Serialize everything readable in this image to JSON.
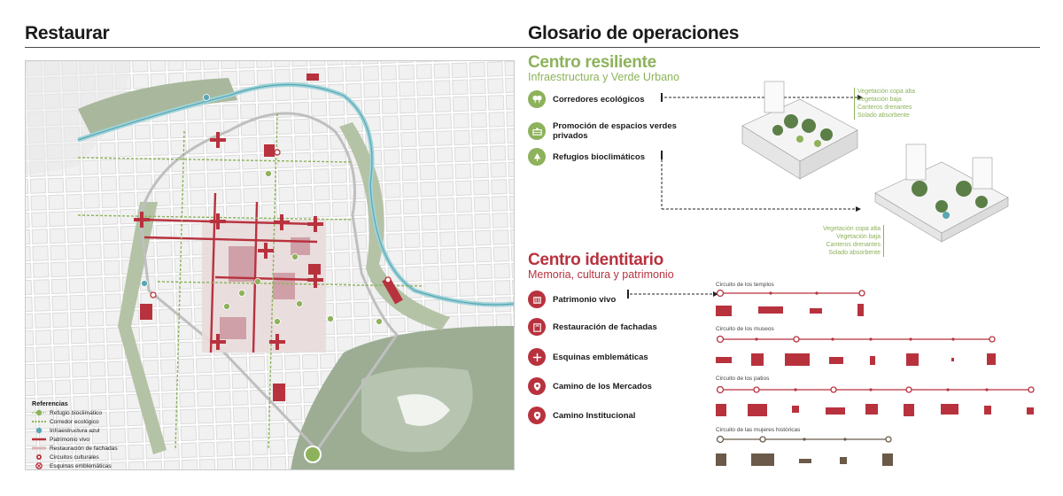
{
  "left": {
    "title": "Restaurar",
    "legend": {
      "title": "Referencias",
      "items": [
        {
          "label": "Refugio bioclimático",
          "icon": "refugio-icon"
        },
        {
          "label": "Corredor ecológico",
          "icon": "corredor-line-icon"
        },
        {
          "label": "Infraestructura azul",
          "icon": "water-icon"
        },
        {
          "label": "Patrimonio vivo",
          "icon": "patrimonio-line-icon"
        },
        {
          "label": "Restauración de fachadas",
          "icon": "fachadas-line-icon"
        },
        {
          "label": "Circuitos culturales",
          "icon": "circuito-icon"
        },
        {
          "label": "Esquinas emblemáticas",
          "icon": "esquina-icon"
        }
      ]
    }
  },
  "right": {
    "title": "Glosario de operaciones",
    "resiliente": {
      "title": "Centro resiliente",
      "subtitle": "Infraestructura y Verde Urbano",
      "ops": [
        {
          "label": "Corredores ecológicos",
          "icon": "trees-icon"
        },
        {
          "label": "Promoción de espacios verdes privados",
          "icon": "garden-icon"
        },
        {
          "label": "Refugios bioclimáticos",
          "icon": "tree-icon"
        }
      ],
      "note1": [
        "Vegetación copa alta",
        "Vegetación baja",
        "Canteros drenantes",
        "Solado absorbente"
      ],
      "note2": [
        "Vegetación copa alta",
        "Vegetación baja",
        "Canteros drenantes",
        "Solado absorbente"
      ]
    },
    "identitario": {
      "title": "Centro identitario",
      "subtitle": "Memoria, cultura y patrimonio",
      "ops": [
        {
          "label": "Patrimonio vivo",
          "icon": "building-icon"
        },
        {
          "label": "Restauración de fachadas",
          "icon": "facade-icon"
        },
        {
          "label": "Esquinas emblemáticas",
          "icon": "crossroad-icon"
        },
        {
          "label": "Camino de los Mercados",
          "icon": "pin-icon"
        },
        {
          "label": "Camino Institucional",
          "icon": "pin-icon"
        }
      ],
      "circuits": [
        {
          "label": "Circuito de los templos",
          "stops": 4,
          "color": "#b8323e"
        },
        {
          "label": "Circuito de los museos",
          "stops": 8,
          "color": "#b8323e"
        },
        {
          "label": "Circuito de los patios",
          "stops": 9,
          "color": "#b8323e"
        },
        {
          "label": "Circuito de las mujeres históricas",
          "stops": 5,
          "color": "#6b5a4a"
        }
      ]
    }
  },
  "colors": {
    "green": "#8db25b",
    "red": "#b8323e",
    "brown": "#6b5a4a"
  }
}
